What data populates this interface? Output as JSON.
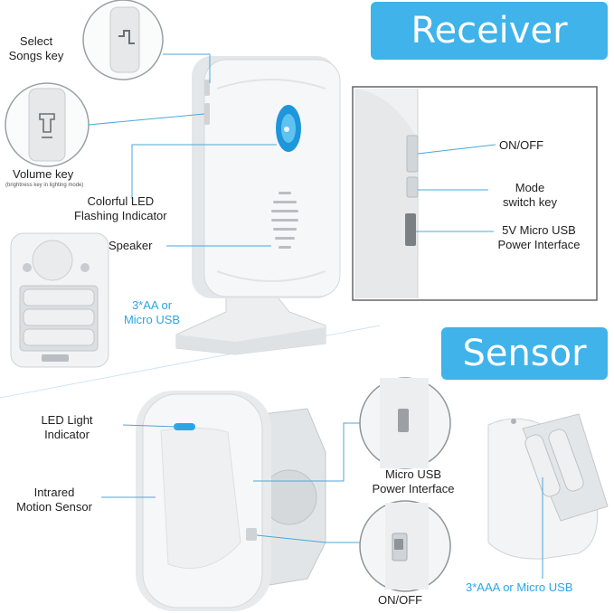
{
  "titles": {
    "receiver": "Receiver",
    "sensor": "Sensor"
  },
  "receiver_labels": {
    "select_songs_line1": "Select",
    "select_songs_line2": "Songs key",
    "volume_key": "Volume key",
    "volume_key_note": "(brightness key in lighting mode)",
    "led_line1": "Colorful LED",
    "led_line2": "Flashing Indicator",
    "speaker": "Speaker",
    "battery_line1": "3*AA or",
    "battery_line2": "Micro USB",
    "on_off": "ON/OFF",
    "mode_line1": "Mode",
    "mode_line2": "switch key",
    "usb_line1": "5V Micro USB",
    "usb_line2": "Power Interface"
  },
  "sensor_labels": {
    "led_line1": "LED Light",
    "led_line2": "Indicator",
    "pir_line1": "Intrared",
    "pir_line2": "Motion Sensor",
    "usb_line1": "Micro USB",
    "usb_line2": "Power Interface",
    "on_off": "ON/OFF",
    "battery": "3*AAA or Micro USB"
  },
  "colors": {
    "accent": "#3fb3ea",
    "led_blue": "#2aa6e8",
    "device_white": "#f4f5f6",
    "device_shade": "#d9dcdf",
    "leader_line": "#4aa8d8"
  }
}
